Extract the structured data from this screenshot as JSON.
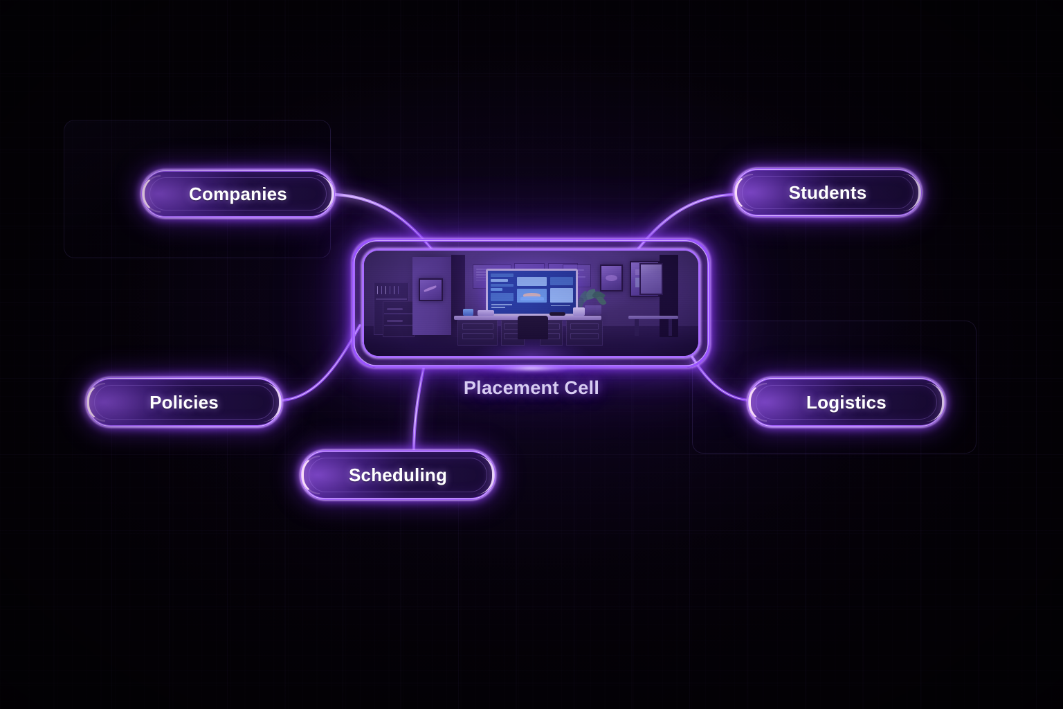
{
  "diagram": {
    "title": "Placement Cell",
    "center": {
      "caption": "Placement Cell",
      "scene_description": "Placement cell office interior with wall-mounted dashboard monitor, desks, filing cabinets, framed artwork and a potted plant, lit in purple neon"
    },
    "accent_colors": {
      "neon_primary": "#9a57f5",
      "neon_bright": "#c9a0ff",
      "neon_edge": "#e8d4ff",
      "background": "#040107",
      "caption_text": "#d8cdf2",
      "node_text": "#ffffff"
    },
    "nodes": [
      {
        "id": "companies",
        "label": "Companies",
        "position": "top-left"
      },
      {
        "id": "students",
        "label": "Students",
        "position": "top-right"
      },
      {
        "id": "policies",
        "label": "Policies",
        "position": "mid-left"
      },
      {
        "id": "logistics",
        "label": "Logistics",
        "position": "mid-right"
      },
      {
        "id": "scheduling",
        "label": "Scheduling",
        "position": "bottom-center"
      }
    ],
    "connectors": [
      {
        "from": "companies",
        "to": "center"
      },
      {
        "from": "students",
        "to": "center"
      },
      {
        "from": "policies",
        "to": "center"
      },
      {
        "from": "logistics",
        "to": "center"
      },
      {
        "from": "scheduling",
        "to": "center"
      }
    ],
    "backdrop_panels": [
      {
        "id": "panel-left",
        "behind": "companies"
      },
      {
        "id": "panel-right",
        "behind": "logistics"
      }
    ]
  }
}
